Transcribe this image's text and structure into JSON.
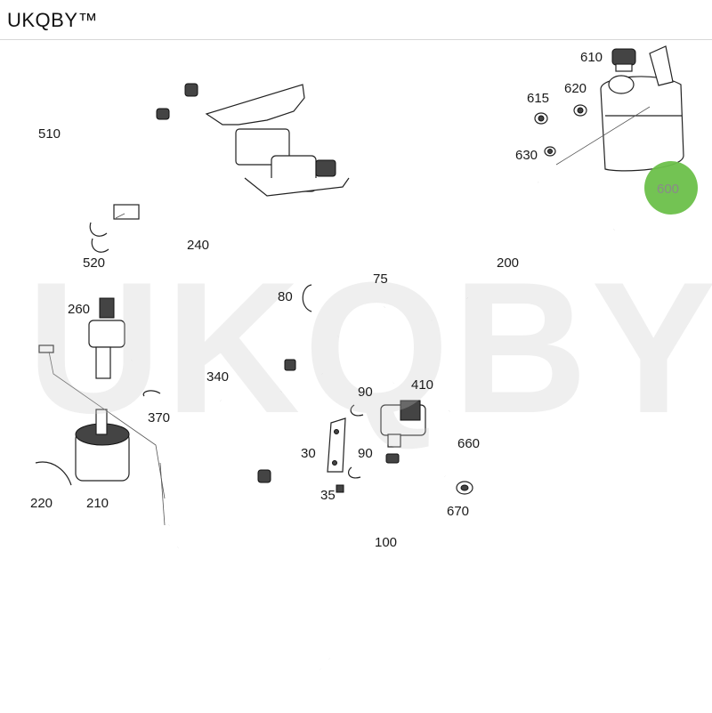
{
  "header": {
    "brand": "UKQBY™"
  },
  "watermark": {
    "text": "UKQBY™"
  },
  "diagram": {
    "callouts": {
      "p510": "510",
      "p520": "520",
      "p260": "260",
      "p240": "240",
      "p80": "80",
      "p75": "75",
      "p340": "340",
      "p370": "370",
      "p90a": "90",
      "p410": "410",
      "p30": "30",
      "p90b": "90",
      "p35": "35",
      "p220": "220",
      "p210": "210",
      "p100": "100",
      "p660": "660",
      "p670": "670",
      "p610": "610",
      "p615": "615",
      "p620": "620",
      "p630": "630",
      "p600": "600",
      "p200": "200"
    },
    "highlight_color": "#6cc04a"
  }
}
